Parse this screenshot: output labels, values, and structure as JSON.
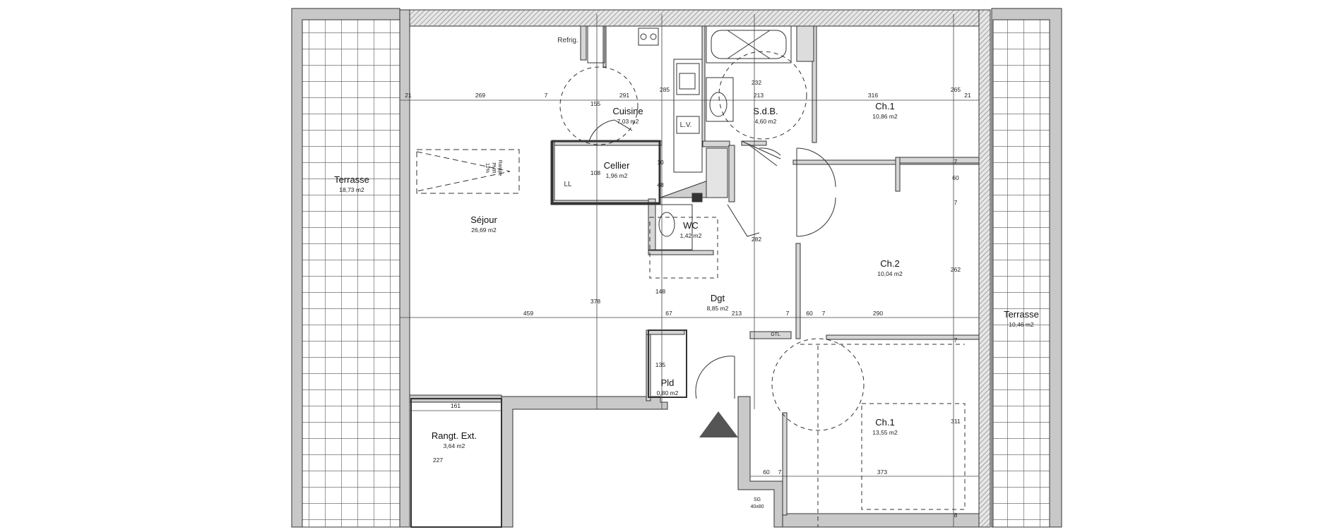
{
  "rooms": [
    {
      "id": "terrasse_w",
      "name": "Terrasse",
      "area": "18,73 m2"
    },
    {
      "id": "cuisine",
      "name": "Cuisine",
      "area": "7,03 m2"
    },
    {
      "id": "sdb",
      "name": "S.d.B.",
      "area": "4,60 m2"
    },
    {
      "id": "ch1_top",
      "name": "Ch.1",
      "area": "10,86 m2"
    },
    {
      "id": "cellier",
      "name": "Cellier",
      "area": "1,96 m2"
    },
    {
      "id": "sejour",
      "name": "Séjour",
      "area": "26,69 m2"
    },
    {
      "id": "wc",
      "name": "WC",
      "area": "1,42 m2"
    },
    {
      "id": "ch2",
      "name": "Ch.2",
      "area": "10,04 m2"
    },
    {
      "id": "dgt",
      "name": "Dgt",
      "area": "8,85 m2"
    },
    {
      "id": "terrasse_e",
      "name": "Terrasse",
      "area": "10,46 m2"
    },
    {
      "id": "pld",
      "name": "Pld",
      "area": "0,80 m2"
    },
    {
      "id": "rangt",
      "name": "Rangt. Ext.",
      "area": "3,64 m2"
    },
    {
      "id": "ch1_bottom",
      "name": "Ch.1",
      "area": "13,55 m2"
    }
  ],
  "dimensions": {
    "d269": "269",
    "d7a": "7",
    "d291": "291",
    "d285": "285",
    "d232": "232",
    "d213a": "213",
    "d316": "316",
    "d265": "265",
    "d21a": "21",
    "d21b": "21",
    "d155": "155",
    "d108": "108",
    "d10": "10",
    "d48": "48",
    "d60a": "60",
    "d7b": "7",
    "d7c": "7",
    "d282": "282",
    "d262": "262",
    "d459": "459",
    "d378": "378",
    "d148": "148",
    "d67": "67",
    "d213b": "213",
    "d7d": "7",
    "d60b": "60",
    "d7e": "7",
    "d290": "290",
    "d135": "135",
    "d161": "161",
    "d227": "227",
    "d311": "311",
    "d60c": "60",
    "d7f": "7",
    "d373": "373",
    "d8": "8",
    "d7g": "7"
  },
  "labels": {
    "refrig": "Refrig.",
    "ll": "LL",
    "lv": "L.V.",
    "gtl": "GTL",
    "sg": "SG",
    "sg_size": "40x80",
    "rampe1": "Rampe",
    "rampe2": "PMR",
    "rampe3": "12%"
  },
  "colors": {
    "wall_fill": "#c9c9c9",
    "wall_stroke": "#333333",
    "terrace_grid": "#444444",
    "entrance": "#555555"
  }
}
